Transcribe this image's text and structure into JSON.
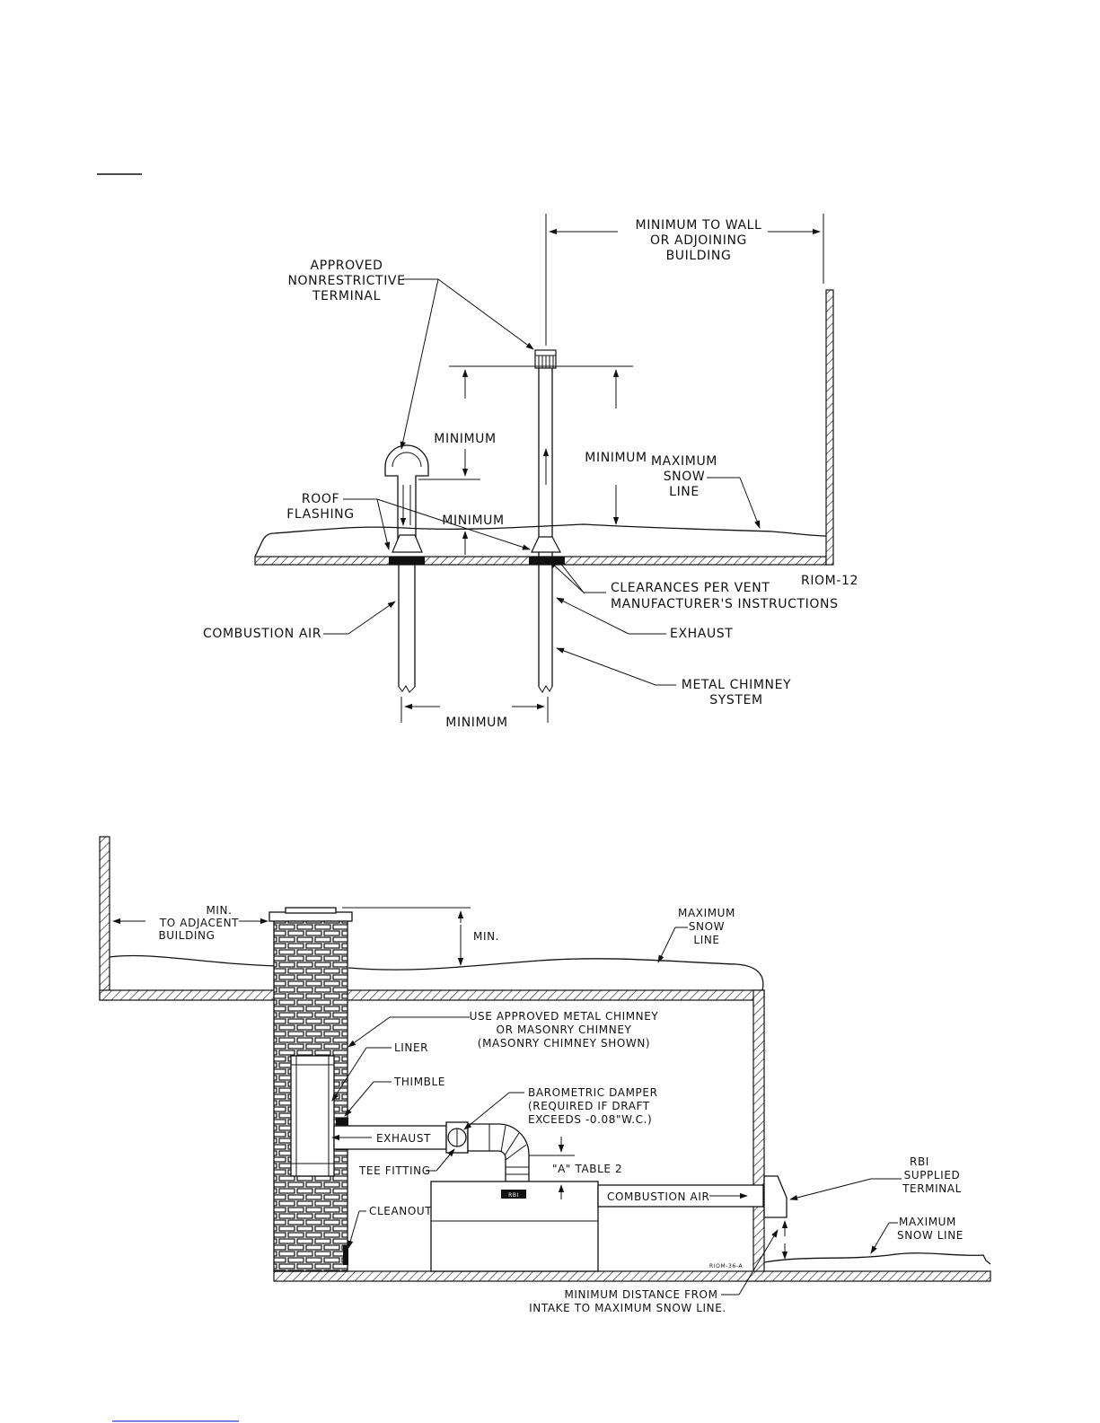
{
  "fig1": {
    "approved_terminal": [
      "APPROVED",
      "NONRESTRICTIVE",
      "TERMINAL"
    ],
    "min_to_wall": [
      "MINIMUM TO WALL",
      "OR ADJOINING",
      "BUILDING"
    ],
    "minimum_a": "MINIMUM",
    "minimum_b": "MINIMUM",
    "minimum_c": "MINIMUM",
    "minimum_d": "MINIMUM",
    "max_snow_line": [
      "MAXIMUM",
      "SNOW",
      "LINE"
    ],
    "roof_flashing": [
      "ROOF",
      "FLASHING"
    ],
    "clearances": [
      "CLEARANCES PER VENT",
      "MANUFACTURER'S INSTRUCTIONS"
    ],
    "riom_code": "RIOM-12",
    "combustion_air": "COMBUSTION AIR",
    "exhaust": "EXHAUST",
    "metal_chimney": [
      "METAL CHIMNEY",
      "SYSTEM"
    ]
  },
  "fig2": {
    "min_adjacent": [
      "MIN.",
      "TO ADJACENT",
      "BUILDING"
    ],
    "min": "MIN.",
    "max_snow_line_top": [
      "MAXIMUM",
      "SNOW",
      "LINE"
    ],
    "use_approved": [
      "USE APPROVED METAL CHIMNEY",
      "OR MASONRY CHIMNEY",
      "(MASONRY CHIMNEY SHOWN)"
    ],
    "liner": "LINER",
    "thimble": "THIMBLE",
    "baro_damper": [
      "BAROMETRIC DAMPER",
      "(REQUIRED IF DRAFT",
      "EXCEEDS -0.08\"W.C.)"
    ],
    "exhaust": "EXHAUST",
    "tee_fitting": "TEE FITTING",
    "a_table": "\"A\" TABLE 2",
    "combustion_air": "COMBUSTION AIR",
    "rbi_terminal": [
      "RBI",
      "SUPPLIED",
      "TERMINAL"
    ],
    "cleanout": "CLEANOUT",
    "max_snow_line_right": [
      "MAXIMUM",
      "SNOW LINE"
    ],
    "riom_code": "RIOM-36-A",
    "boiler_badge": "RBI",
    "min_distance": [
      "MINIMUM DISTANCE FROM",
      "INTAKE TO MAXIMUM SNOW LINE."
    ]
  }
}
